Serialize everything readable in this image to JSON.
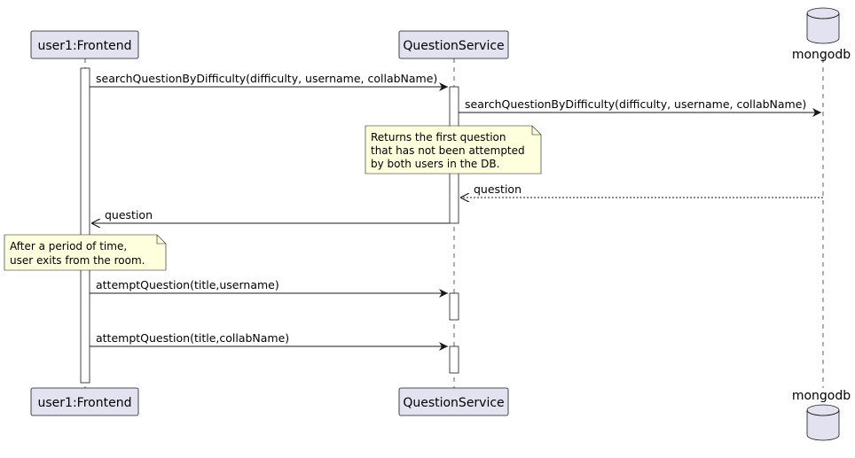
{
  "participants": {
    "frontend": "user1:Frontend",
    "service": "QuestionService",
    "db": "mongodb"
  },
  "messages": {
    "m1": "searchQuestionByDifficulty(difficulty, username, collabName)",
    "m2": "searchQuestionByDifficulty(difficulty, username, collabName)",
    "m3": "question",
    "m4": "question",
    "m5": "attemptQuestion(title,username)",
    "m6": "attemptQuestion(title,collabName)"
  },
  "notes": {
    "db_note": [
      "Returns the first question",
      "that has not been attempted",
      "by both users in the DB."
    ],
    "time_note": [
      "After a period of time,",
      "user exits from the room."
    ]
  },
  "colors": {
    "participant_fill": "#E2E2F0",
    "participant_border": "#181818",
    "note_fill": "#FEFFDD",
    "line": "#181818",
    "lifeline": "#181818"
  }
}
